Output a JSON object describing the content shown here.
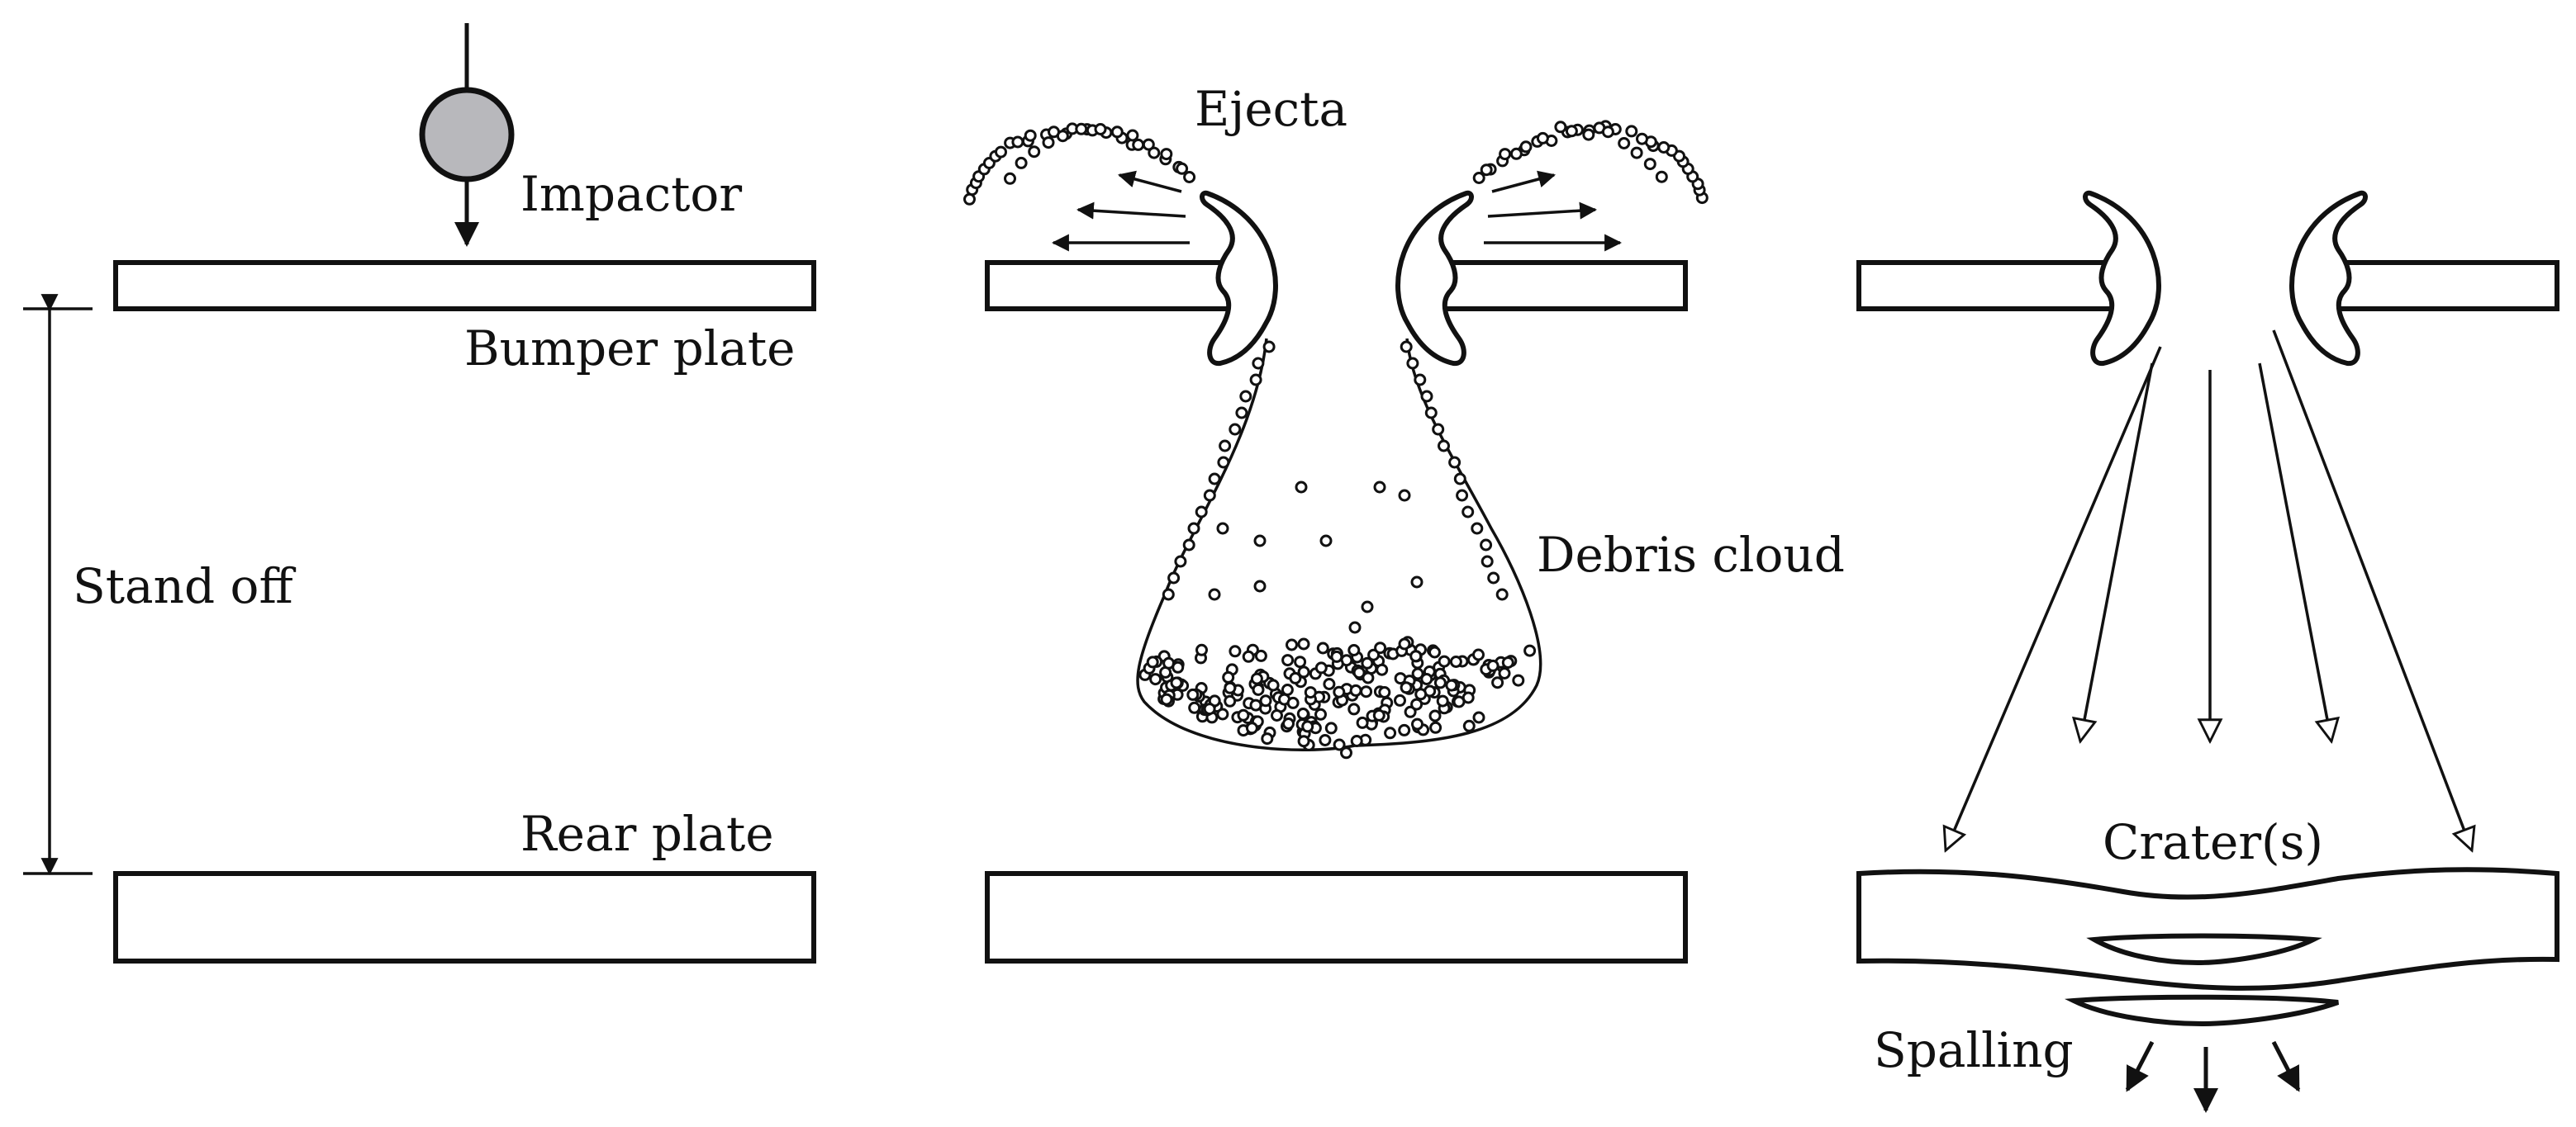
{
  "labels": {
    "impactor": "Impactor",
    "bumper_plate": "Bumper plate",
    "stand_off": "Stand off",
    "rear_plate": "Rear plate",
    "ejecta": "Ejecta",
    "debris_cloud": "Debris cloud",
    "craters": "Crater(s)",
    "spalling": "Spalling"
  },
  "colors": {
    "ink": "#111111",
    "impactor_fill": "#b8b8bc",
    "background": "#ffffff"
  }
}
